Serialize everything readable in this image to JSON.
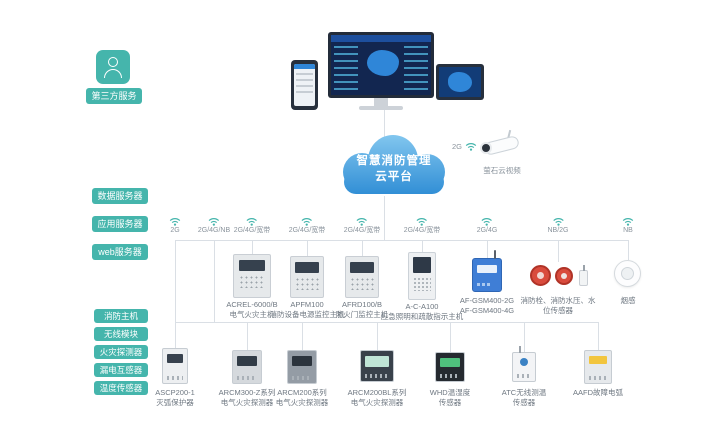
{
  "third_party": {
    "label": "第三方服务"
  },
  "cloud": {
    "title_line1": "智慧消防管理",
    "title_line2": "云平台"
  },
  "camera": {
    "network": "2G",
    "label": "萤石云视频"
  },
  "servers": [
    {
      "label": "数据服务器"
    },
    {
      "label": "应用服务器"
    },
    {
      "label": "web服务器"
    }
  ],
  "categories": [
    {
      "label": "消防主机"
    },
    {
      "label": "无线模块"
    },
    {
      "label": "火灾探测器"
    },
    {
      "label": "漏电互感器"
    },
    {
      "label": "温度传感器"
    }
  ],
  "connections": [
    {
      "label": "2G"
    },
    {
      "label": "2G/4G/NB"
    },
    {
      "label": "2G/4G/宽带"
    },
    {
      "label": "2G/4G/宽带"
    },
    {
      "label": "2G/4G/宽带"
    },
    {
      "label": "2G/4G/宽带"
    },
    {
      "label": "2G/4G"
    },
    {
      "label": "NB/2G"
    },
    {
      "label": "NB"
    }
  ],
  "middle_devices": [
    {
      "line1": "ACREL-6000/B",
      "line2": "电气火灾主机"
    },
    {
      "line1": "APFM100",
      "line2": "消防设备电源监控主机"
    },
    {
      "line1": "AFRD100/B",
      "line2": "防火门监控主机"
    },
    {
      "line1": "A-C-A100",
      "line2": "应急照明和疏散指示主机"
    },
    {
      "line1": "AF-GSM400-2G",
      "line2": "AF-GSM400-4G"
    },
    {
      "line1": "消防栓、消防水压、水位传感器"
    },
    {
      "line1": "烟感"
    }
  ],
  "bottom_devices": [
    {
      "line1": "ASCP200-1",
      "line2": "灭弧保护器"
    },
    {
      "line1": "ARCM300-Z系列",
      "line2": "电气火灾探测器"
    },
    {
      "line1": "ARCM200系列",
      "line2": "电气火灾探测器"
    },
    {
      "line1": "ARCM200BL系列",
      "line2": "电气火灾探测器"
    },
    {
      "line1": "WHD温湿度",
      "line2": "传感器"
    },
    {
      "line1": "ATC无线测温",
      "line2": "传感器"
    },
    {
      "line1": "AAFD故障电弧"
    }
  ],
  "colors": {
    "accent_teal": "#45b5ac",
    "cloud_blue": "#2c8bd4",
    "line_gray": "#dadfe5",
    "alarm_red": "#d94b3d",
    "gateway_blue": "#3f7ed6"
  }
}
